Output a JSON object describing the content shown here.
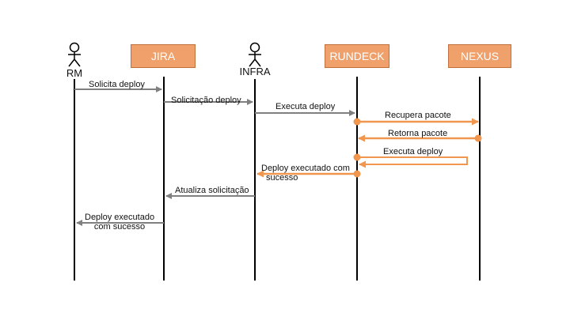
{
  "participants": {
    "rm": "RM",
    "jira": "JIRA",
    "infra": "INFRA",
    "rundeck": "RUNDECK",
    "nexus": "NEXUS"
  },
  "messages": {
    "m1": "Solicita deploy",
    "m2": "Solicitação deploy",
    "m3": "Executa deploy",
    "m4": "Recupera pacote",
    "m5": "Retorna pacote",
    "m6": "Executa deploy",
    "m7a": "Deploy executado com",
    "m7b": "sucesso",
    "m8": "Atualiza solicitação",
    "m9a": "Deploy executado",
    "m9b": "com sucesso"
  },
  "colors": {
    "lifeline": "#000000",
    "gray_arrow": "#808080",
    "orange_arrow": "#f0964e",
    "box_fill": "#f0a06a"
  }
}
